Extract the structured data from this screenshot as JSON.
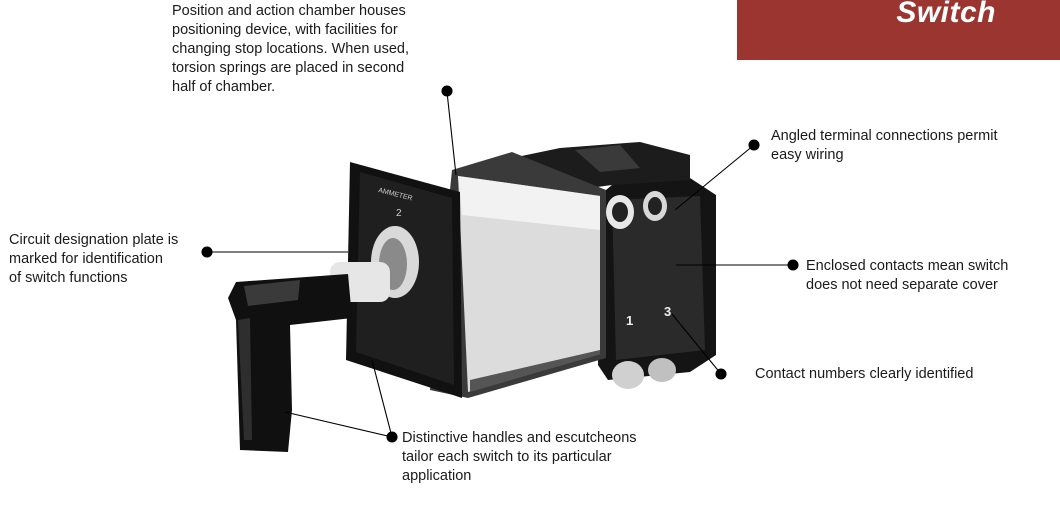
{
  "banner": {
    "title": "Switch",
    "color": "#9b3530"
  },
  "callouts": {
    "chamber": "Position and action chamber houses\npositioning device, with facilities for\nchanging stop locations.  When used,\ntorsion springs are placed in second\nhalf of chamber.",
    "terminals": "Angled terminal connections permit\neasy wiring",
    "plate": "Circuit designation plate is\nmarked for identification\nof switch functions",
    "contacts": "Enclosed contacts mean switch\ndoes not need separate cover",
    "numbers": "Contact numbers clearly identified",
    "handles": "Distinctive handles and escutcheons\ntailor each switch to its particular\napplication"
  },
  "illustration": {
    "plate_lettering": "AMMETER",
    "plate_number": "2",
    "contact_labels": [
      "1",
      "3"
    ]
  }
}
